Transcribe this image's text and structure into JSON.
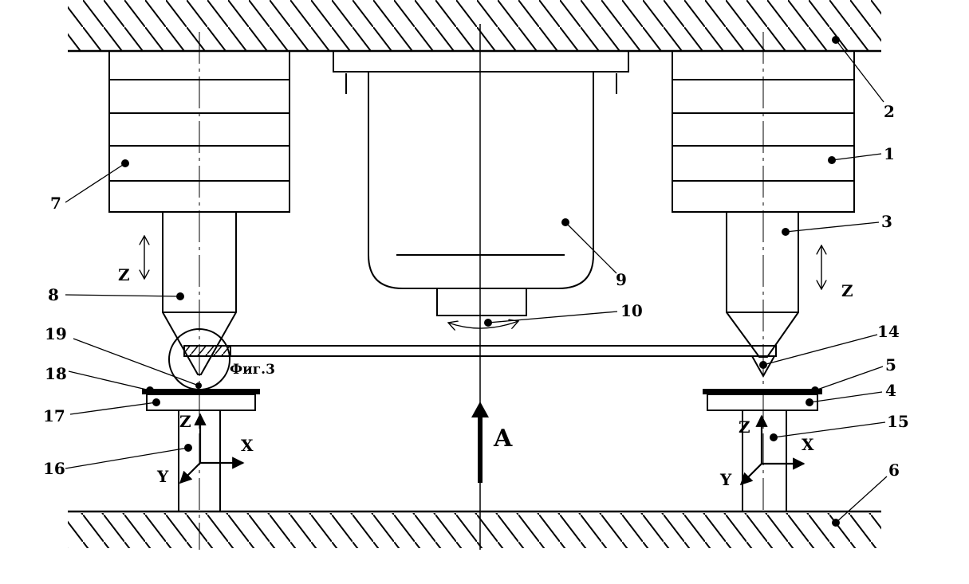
{
  "diagram": {
    "callouts": [
      {
        "id": "1",
        "text": "1"
      },
      {
        "id": "2",
        "text": "2"
      },
      {
        "id": "3",
        "text": "3"
      },
      {
        "id": "4",
        "text": "4"
      },
      {
        "id": "5",
        "text": "5"
      },
      {
        "id": "6",
        "text": "6"
      },
      {
        "id": "7",
        "text": "7"
      },
      {
        "id": "8",
        "text": "8"
      },
      {
        "id": "9",
        "text": "9"
      },
      {
        "id": "10",
        "text": "10"
      },
      {
        "id": "14",
        "text": "14"
      },
      {
        "id": "15",
        "text": "15"
      },
      {
        "id": "16",
        "text": "16"
      },
      {
        "id": "17",
        "text": "17"
      },
      {
        "id": "18",
        "text": "18"
      },
      {
        "id": "19",
        "text": "19"
      }
    ],
    "view_arrow_label": "A",
    "detail_ref_label": "Фиг.3",
    "left_head": {
      "z_label": "Z"
    },
    "right_head": {
      "z_label": "Z"
    },
    "left_stage_axes": {
      "x": "X",
      "y": "Y",
      "z": "Z"
    },
    "right_stage_axes": {
      "x": "X",
      "y": "Y",
      "z": "Z"
    },
    "colors": {
      "ink": "#000000",
      "background": "#ffffff"
    }
  }
}
